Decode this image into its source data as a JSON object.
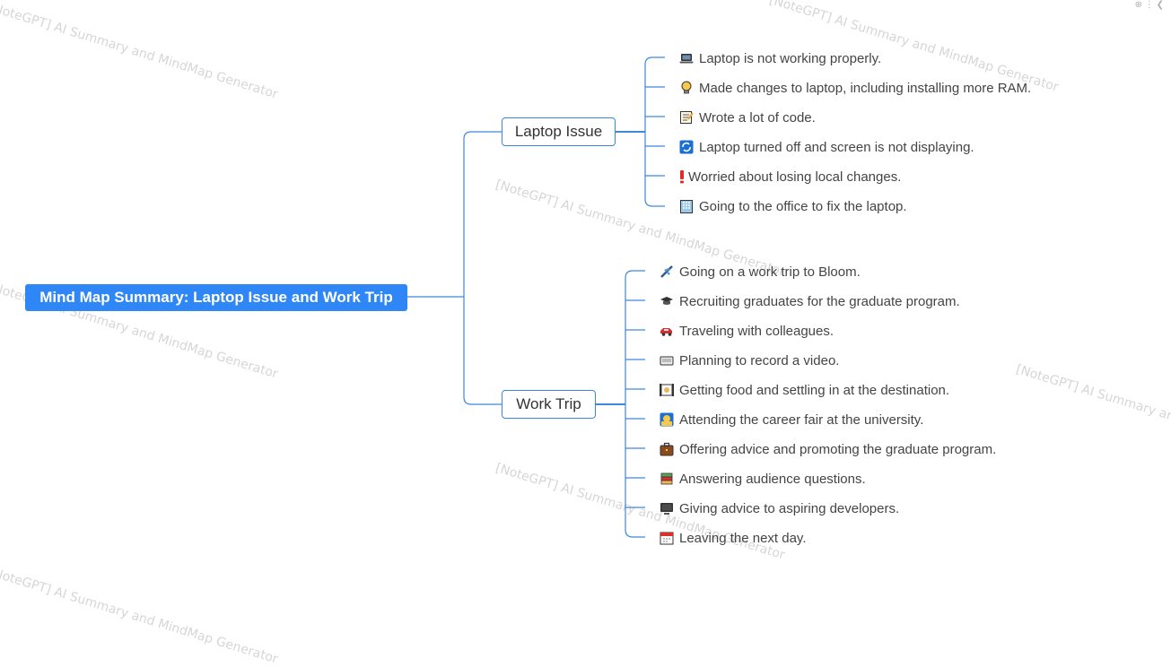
{
  "watermark": "[NoteGPT] AI Summary and MindMap Generator",
  "root": {
    "label": "Mind Map Summary: Laptop Issue and Work Trip"
  },
  "branches": [
    {
      "label": "Laptop Issue",
      "items": [
        {
          "icon": "laptop-icon",
          "text": "Laptop is not working properly."
        },
        {
          "icon": "lightbulb-icon",
          "text": "Made changes to laptop, including installing more RAM."
        },
        {
          "icon": "memo-icon",
          "text": "Wrote a lot of code."
        },
        {
          "icon": "refresh-icon",
          "text": "Laptop turned off and screen is not displaying."
        },
        {
          "icon": "exclamation-icon",
          "text": "Worried about losing local changes."
        },
        {
          "icon": "office-building-icon",
          "text": "Going to the office to fix the laptop."
        }
      ]
    },
    {
      "label": "Work Trip",
      "items": [
        {
          "icon": "airplane-icon",
          "text": "Going on a work trip to Bloom."
        },
        {
          "icon": "graduation-cap-icon",
          "text": "Recruiting graduates for the graduate program."
        },
        {
          "icon": "car-icon",
          "text": "Traveling with colleagues."
        },
        {
          "icon": "video-camera-icon",
          "text": "Planning to record a video."
        },
        {
          "icon": "food-icon",
          "text": "Getting food and settling in at the destination."
        },
        {
          "icon": "person-icon",
          "text": "Attending the career fair at the university."
        },
        {
          "icon": "briefcase-icon",
          "text": "Offering advice and promoting the graduate program."
        },
        {
          "icon": "books-icon",
          "text": "Answering audience questions."
        },
        {
          "icon": "computer-icon",
          "text": "Giving advice to aspiring developers."
        },
        {
          "icon": "calendar-icon",
          "text": "Leaving the next day."
        }
      ]
    }
  ]
}
